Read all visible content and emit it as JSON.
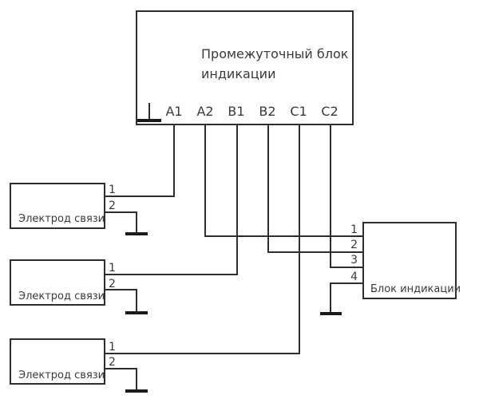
{
  "colors": {
    "line": "#2e2e2e",
    "text": "#3a3a3a",
    "background": "#ffffff"
  },
  "intermediate_block": {
    "title_line1": "Промежуточный блок",
    "title_line2": "индикации",
    "ground_terminal": "ground",
    "terminals": [
      "A1",
      "A2",
      "B1",
      "B2",
      "C1",
      "C2"
    ]
  },
  "electrodes": [
    {
      "label": "Электрод связи",
      "pin1": "1",
      "pin2": "2"
    },
    {
      "label": "Электрод связи",
      "pin1": "1",
      "pin2": "2"
    },
    {
      "label": "Электрод связи",
      "pin1": "1",
      "pin2": "2"
    }
  ],
  "indicator_block": {
    "label": "Блок индикации",
    "pins": [
      "1",
      "2",
      "3",
      "4"
    ]
  },
  "connections": [
    {
      "from": "электрод связи 1 / вывод 1",
      "to": "A1"
    },
    {
      "from": "электрод связи 1 / вывод 2",
      "to": "земля"
    },
    {
      "from": "электрод связи 2 / вывод 1",
      "to": "B1"
    },
    {
      "from": "электрод связи 2 / вывод 2",
      "to": "земля"
    },
    {
      "from": "электрод связи 3 / вывод 1",
      "to": "C1"
    },
    {
      "from": "электрод связи 3 / вывод 2",
      "to": "земля"
    },
    {
      "from": "A2",
      "to": "блок индикации / вывод 1"
    },
    {
      "from": "B2",
      "to": "блок индикации / вывод 2"
    },
    {
      "from": "C2",
      "to": "блок индикации / вывод 3"
    },
    {
      "from": "блок индикации / вывод 4",
      "to": "земля"
    }
  ]
}
